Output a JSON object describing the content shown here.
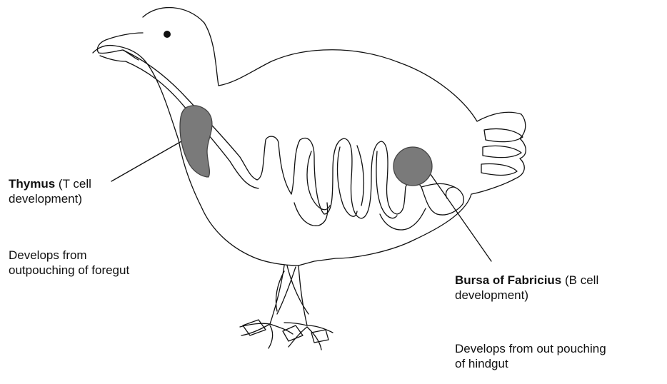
{
  "thymus": {
    "name": "Thymus",
    "role": "(T cell development)",
    "origin_line1": "Develops from",
    "origin_line2": "outpouching of foregut"
  },
  "bursa": {
    "name": "Bursa of Fabricius",
    "role": "(B cell",
    "role_line2": "development)",
    "origin_line1": "Develops from out pouching",
    "origin_line2": "of hindgut"
  },
  "colors": {
    "outline": "#111111",
    "organ_fill": "#7a7a7a",
    "background": "#ffffff"
  }
}
